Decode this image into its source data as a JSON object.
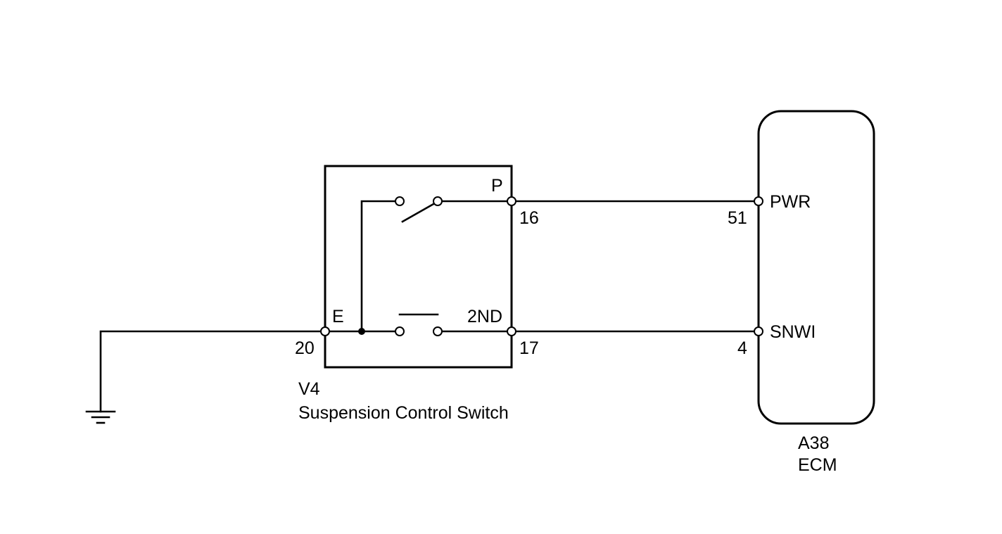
{
  "switch": {
    "code": "V4",
    "name": "Suspension Control Switch",
    "terminal_p": "P",
    "terminal_e": "E",
    "terminal_2nd": "2ND",
    "pin_p": "16",
    "pin_e": "20",
    "pin_2nd": "17"
  },
  "ecm": {
    "code": "A38",
    "name": "ECM",
    "terminal_pwr": "PWR",
    "terminal_snwi": "SNWI",
    "pin_pwr": "51",
    "pin_snwi": "4"
  }
}
